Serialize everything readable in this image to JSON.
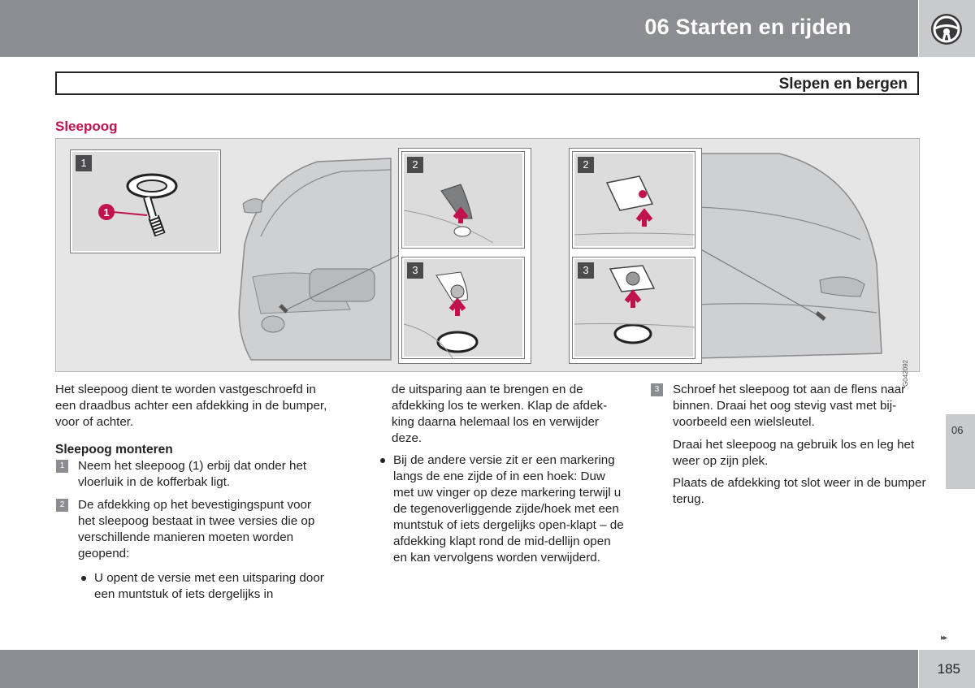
{
  "header": {
    "chapter_title": "06 Starten en rijden",
    "icon": "steering-wheel-icon"
  },
  "section": {
    "title": "Slepen en bergen"
  },
  "subtitle": "Sleepoog",
  "figure": {
    "code": "G042092",
    "panels": [
      {
        "number": "1",
        "callout": "1"
      },
      {
        "number": "2"
      },
      {
        "number": "3"
      },
      {
        "number": "2"
      },
      {
        "number": "3"
      }
    ],
    "accent_color": "#c2124e"
  },
  "col1": {
    "intro": "Het sleepoog dient te worden vastgeschroefd in een draadbus achter een afdekking in de bumper, voor of achter.",
    "heading": "Sleepoog monteren",
    "step1": {
      "number": "1",
      "text": "Neem het sleepoog (1) erbij dat onder het vloerluik in de kofferbak ligt."
    },
    "step2": {
      "number": "2",
      "text": "De afdekking op het bevestigingspunt voor het sleepoog bestaat in twee versies die op verschillende manieren moeten worden geopend:"
    },
    "bullet1": "U opent de versie met een uitsparing door een muntstuk of iets dergelijks in"
  },
  "col2": {
    "cont": "de uitsparing aan te brengen en de afdekking los te werken. Klap de afdek-king daarna helemaal los en verwijder deze.",
    "bullet2": "Bij de andere versie zit er een markering langs de ene zijde of in een hoek: Duw met uw vinger op deze markering terwijl u de tegenoverliggende zijde/hoek met een muntstuk of iets dergelijks open-klapt – de afdekking klapt rond de mid-dellijn open en kan vervolgens worden verwijderd."
  },
  "col3": {
    "step3": {
      "number": "3",
      "text": "Schroef het sleepoog tot aan de flens naar binnen. Draai het oog stevig vast met bij-voorbeeld een wielsleutel."
    },
    "para1": "Draai het sleepoog na gebruik los en leg het weer op zijn plek.",
    "para2": "Plaats de afdekking tot slot weer in de bumper terug."
  },
  "side_tab": "06",
  "next_marker": "▸▸",
  "page_number": "185"
}
